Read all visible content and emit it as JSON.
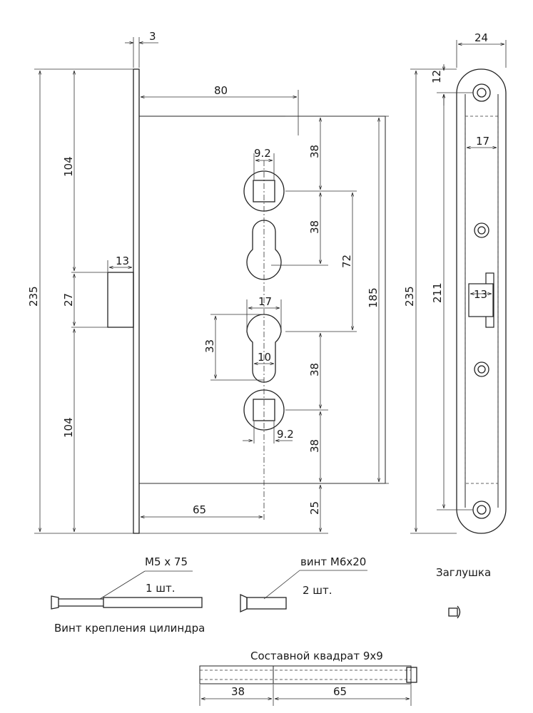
{
  "dims": {
    "plate_thickness": "3",
    "plate_width": "24",
    "backset": "80",
    "height_total_left": "235",
    "upper_104": "104",
    "lower_104": "104",
    "latch_27": "27",
    "latch_13": "13",
    "sq_top_9_2": "9.2",
    "sq_bottom_9_2": "9.2",
    "cyl_17": "17",
    "cyl_10": "10",
    "cyl_33": "33",
    "v38_a": "38",
    "v38_b": "38",
    "v38_c": "38",
    "v38_d": "38",
    "v72": "72",
    "v185": "185",
    "v25": "25",
    "h65": "65",
    "right_235": "235",
    "right_211": "211",
    "right_12": "12",
    "strike_17": "17",
    "strike_13": "13"
  },
  "parts": {
    "screw_cyl_size": "M5 x 75",
    "screw_cyl_qty": "1 шт.",
    "screw_cyl_caption": "Винт крепления цилиндра",
    "screw_m6_size": "винт М6х20",
    "screw_m6_qty": "2 шт.",
    "plug_caption": "Заглушка",
    "spindle_caption": "Составной квадрат 9х9",
    "spindle_left": "38",
    "spindle_right": "65"
  }
}
